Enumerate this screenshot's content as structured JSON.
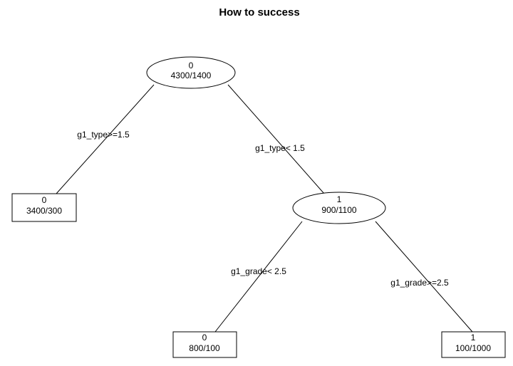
{
  "title": "How to success",
  "nodes": [
    {
      "id": "root",
      "class_label": "0",
      "counts": "4300/1400",
      "shape": "ellipse"
    },
    {
      "id": "leaf-left",
      "class_label": "0",
      "counts": "3400/300",
      "shape": "rect"
    },
    {
      "id": "mid",
      "class_label": "1",
      "counts": "900/1100",
      "shape": "ellipse"
    },
    {
      "id": "leaf-mid-left",
      "class_label": "0",
      "counts": "800/100",
      "shape": "rect"
    },
    {
      "id": "leaf-mid-right",
      "class_label": "1",
      "counts": "100/1000",
      "shape": "rect"
    }
  ],
  "edges": [
    {
      "from": "root",
      "to": "leaf-left",
      "label": "g1_type>=1.5"
    },
    {
      "from": "root",
      "to": "mid",
      "label": "g1_type< 1.5"
    },
    {
      "from": "mid",
      "to": "leaf-mid-left",
      "label": "g1_grade< 2.5"
    },
    {
      "from": "mid",
      "to": "leaf-mid-right",
      "label": "g1_grade>=2.5"
    }
  ],
  "colors": {
    "stroke": "#000000",
    "background": "#ffffff",
    "text": "#000000"
  }
}
